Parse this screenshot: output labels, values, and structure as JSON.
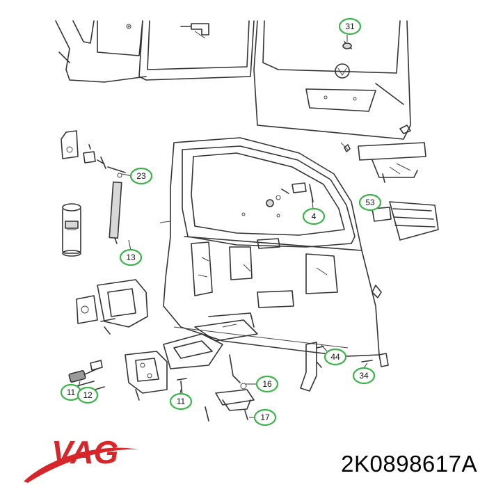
{
  "diagram": {
    "callouts": [
      {
        "id": "c31",
        "label": "31"
      },
      {
        "id": "c23",
        "label": "23"
      },
      {
        "id": "c4",
        "label": "4"
      },
      {
        "id": "c53",
        "label": "53"
      },
      {
        "id": "c13",
        "label": "13"
      },
      {
        "id": "c44",
        "label": "44"
      },
      {
        "id": "c34",
        "label": "34"
      },
      {
        "id": "c16",
        "label": "16"
      },
      {
        "id": "c11a",
        "label": "11"
      },
      {
        "id": "c11b",
        "label": "11"
      },
      {
        "id": "c12",
        "label": "12"
      },
      {
        "id": "c17",
        "label": "17"
      }
    ],
    "callout_color": "#3cb34a"
  },
  "brand": {
    "logo_text": "VAG",
    "logo_color": "#d6262a",
    "swoosh_color": "#d6262a"
  },
  "part": {
    "number": "2K0898617A"
  }
}
